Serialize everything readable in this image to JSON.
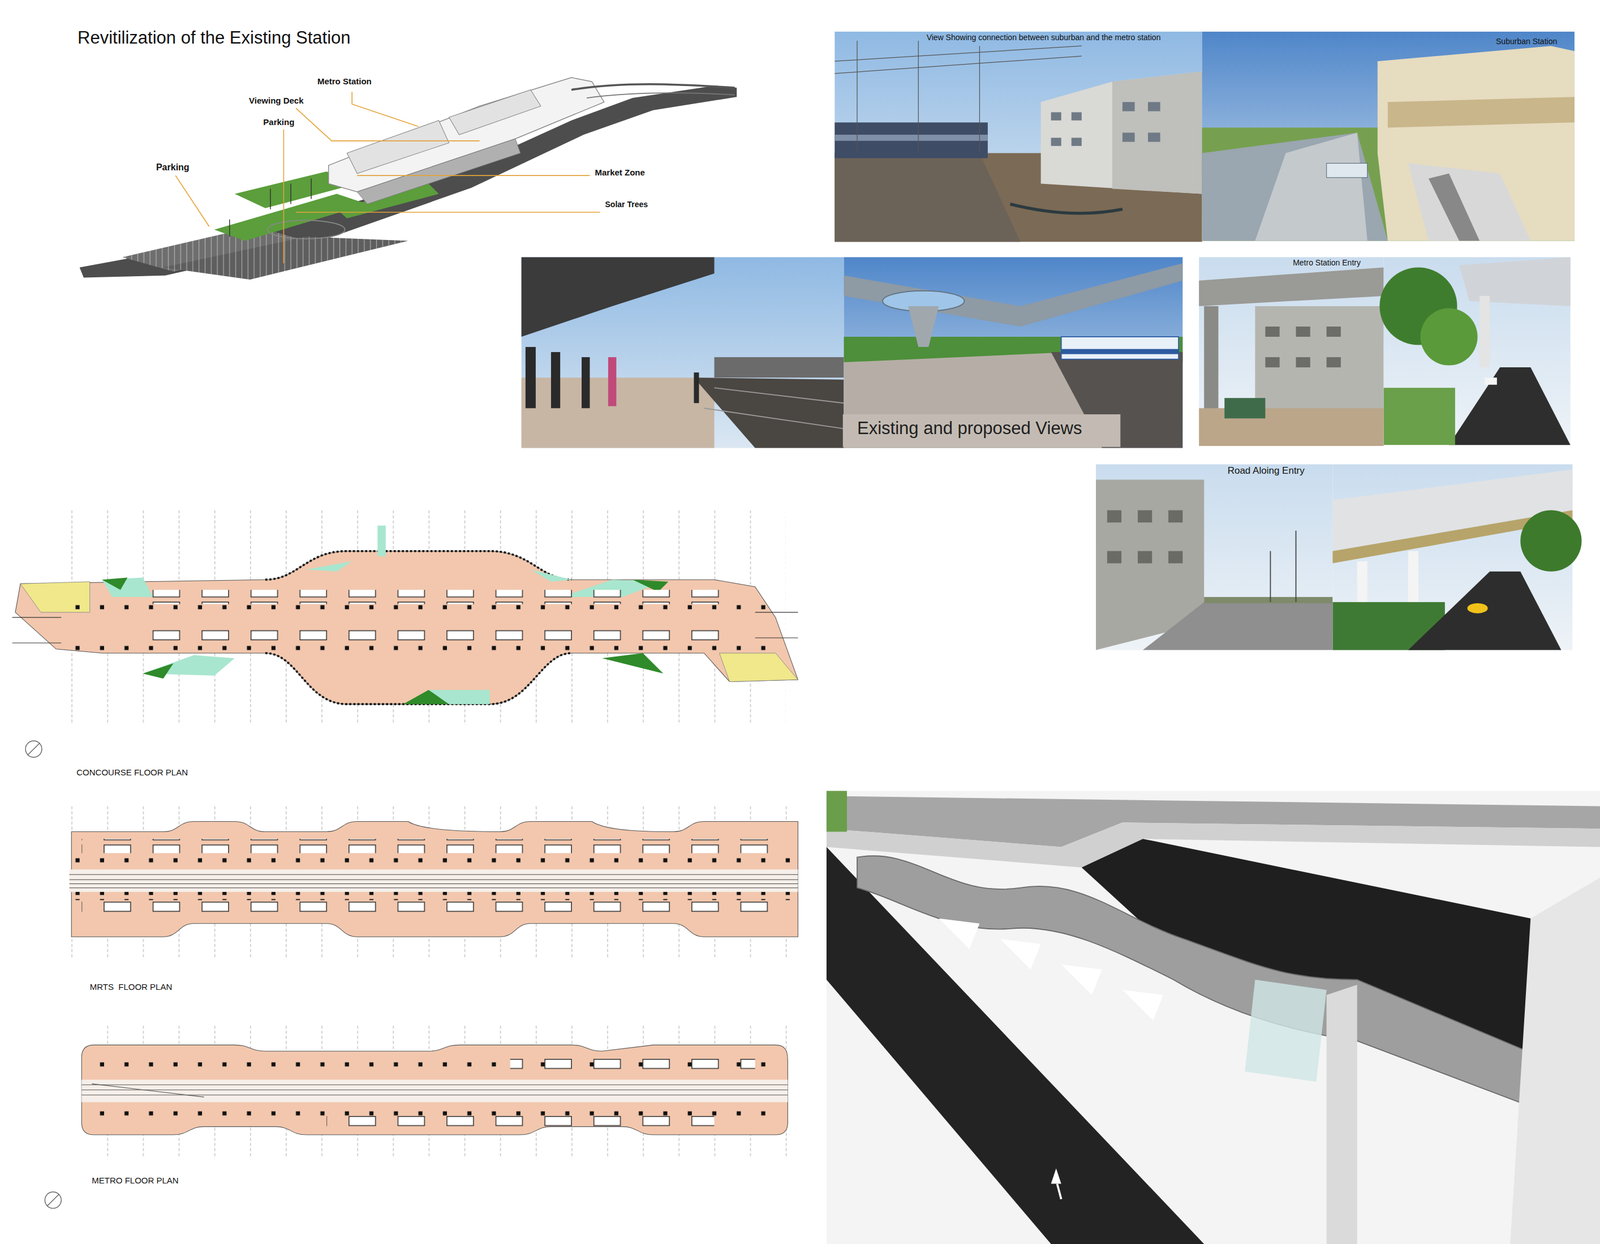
{
  "diagram": {
    "title": "Revitilization of the Existing Station",
    "labels": [
      "Metro Station",
      "Viewing Deck",
      "Parking",
      "Parking",
      "Market Zone",
      "Solar Trees",
      "View Showing connection between suburban and the metro station",
      "Suburban Station",
      "Existing and proposed Views",
      "Metro Station Entry",
      "Road Aloing Entry",
      "CONCOURSE FLOOR PLAN",
      "MRTS  FLOOR PLAN",
      "METRO FLOOR PLAN"
    ]
  }
}
